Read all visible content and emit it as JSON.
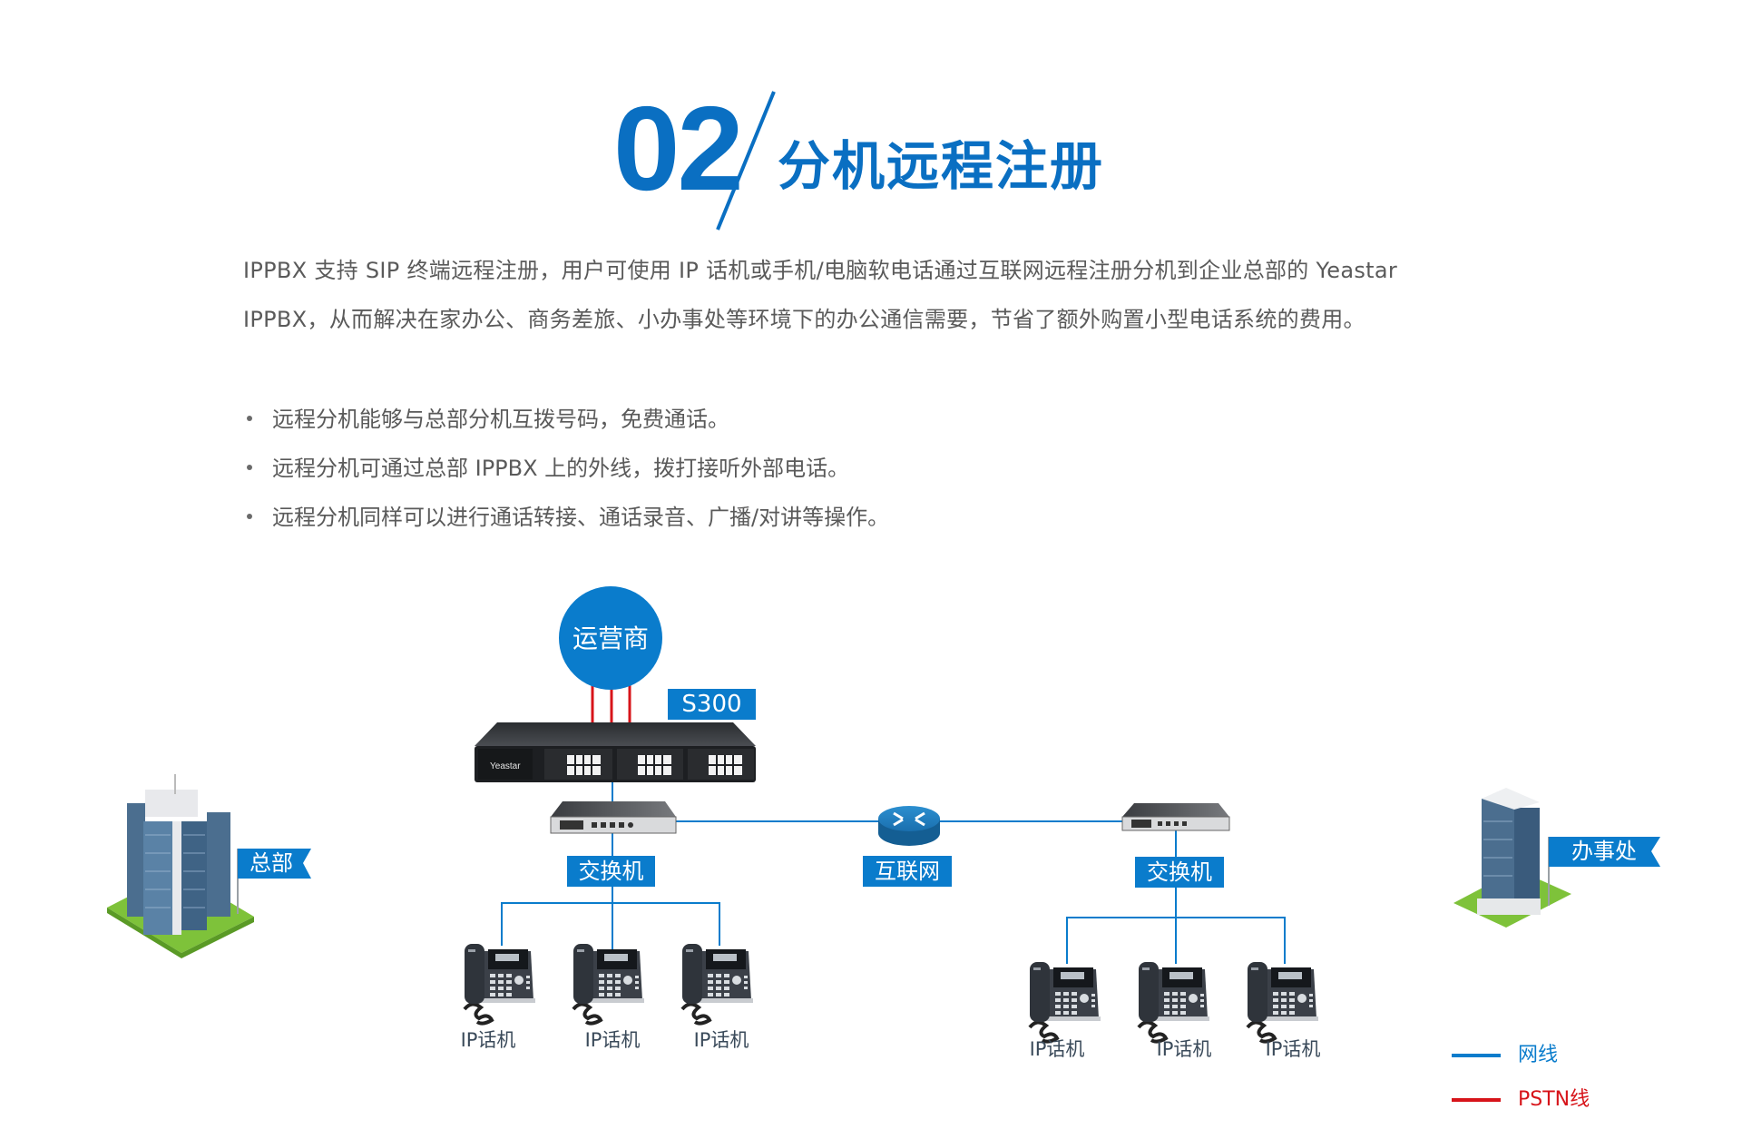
{
  "header": {
    "number": "02",
    "title": "分机远程注册"
  },
  "description": {
    "line1": "IPPBX  支持  SIP  终端远程注册，用户可使用  IP  话机或手机/电脑软电话通过互联网远程注册分机到企业总部的  Yeastar",
    "line2": "IPPBX，从而解决在家办公、商务差旅、小办事处等环境下的办公通信需要，节省了额外购置小型电话系统的费用。"
  },
  "bullets": [
    "远程分机能够与总部分机互拨号码，免费通话。",
    "远程分机可通过总部 IPPBX 上的外线，拨打接听外部电话。",
    "远程分机同样可以进行通话转接、通话录音、广播/对讲等操作。"
  ],
  "diagram": {
    "carrier": "运营商",
    "pbx_model": "S300",
    "pbx_brand": "Yeastar",
    "switch_left": "交换机",
    "switch_right": "交换机",
    "internet": "互联网",
    "hq": "总部",
    "office": "办事处",
    "phones_left": [
      "IP话机",
      "IP话机",
      "IP话机"
    ],
    "phones_right": [
      "IP话机",
      "IP话机",
      "IP话机"
    ]
  },
  "legend": {
    "items": [
      {
        "label": "网线",
        "color": "#0a7ccc"
      },
      {
        "label": "PSTN线",
        "color": "#d7141a"
      }
    ]
  },
  "colors": {
    "brand_blue": "#0a6fc2",
    "line_blue": "#0a7ccc",
    "pstn_red": "#d7141a"
  }
}
